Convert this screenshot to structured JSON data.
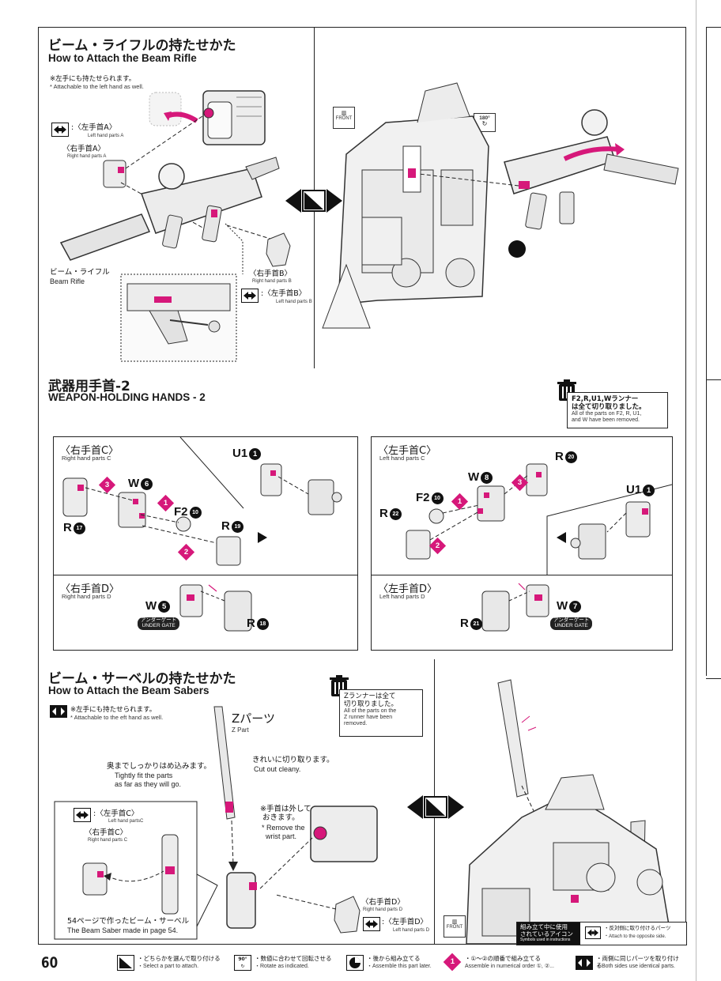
{
  "page_number": "60",
  "section1": {
    "title_jp": "ビーム・ライフルの持たせかた",
    "title_en": "How to Attach the Beam Rifle",
    "note_jp": "※左手にも持たせられます。",
    "note_en": "* Attachable to the left hand as well.",
    "left_hand_a_jp": ":〈左手首A〉",
    "left_hand_a_en": "Left hand parts A",
    "right_hand_a_jp": "〈右手首A〉",
    "right_hand_a_en": "Right hand parts A",
    "rifle_jp": "ビーム・ライフル",
    "rifle_en": "Beam Rifle",
    "right_hand_b_jp": "〈右手首B〉",
    "right_hand_b_en": "Right hand parts B",
    "left_hand_b_jp": ":〈左手首B〉",
    "left_hand_b_en": "Left hand parts B",
    "front_label": "FRONT",
    "rotate_label": "180°"
  },
  "section2": {
    "title_jp": "武器用手首-2",
    "title_en": "WEAPON-HOLDING HANDS - 2",
    "removed_jp": "F2,R,U1,Wランナー\nは全て切り取りました。",
    "removed_en": "All of the parts on F2, R, U1,\nand W have been removed.",
    "right_c_jp": "〈右手首C〉",
    "right_c_en": "Right hand parts C",
    "left_c_jp": "〈左手首C〉",
    "left_c_en": "Left hand parts C",
    "right_d_jp": "〈右手首D〉",
    "right_d_en": "Right hand parts D",
    "left_d_jp": "〈左手首D〉",
    "left_d_en": "Left hand parts D",
    "gate_jp": "アンダーゲート",
    "gate_en": "UNDER GATE",
    "parts_left_c": [
      {
        "runner": "U1",
        "num": "1"
      },
      {
        "runner": "W",
        "num": "6"
      },
      {
        "runner": "F2",
        "num": "10"
      },
      {
        "runner": "R",
        "num": "17"
      },
      {
        "runner": "R",
        "num": "19"
      }
    ],
    "parts_right_c": [
      {
        "runner": "R",
        "num": "20"
      },
      {
        "runner": "W",
        "num": "8"
      },
      {
        "runner": "F2",
        "num": "10"
      },
      {
        "runner": "R",
        "num": "22"
      },
      {
        "runner": "U1",
        "num": "1"
      }
    ],
    "parts_left_d": [
      {
        "runner": "W",
        "num": "5"
      },
      {
        "runner": "R",
        "num": "18"
      }
    ],
    "parts_right_d": [
      {
        "runner": "R",
        "num": "21"
      },
      {
        "runner": "W",
        "num": "7"
      }
    ],
    "steps": [
      "1",
      "2",
      "3"
    ]
  },
  "section3": {
    "title_jp": "ビーム・サーベルの持たせかた",
    "title_en": "How to Attach the Beam Sabers",
    "note_jp": "※左手にも持たせられます。",
    "note_en": "* Attachable to the eft hand as well.",
    "removed_jp": "Zランナーは全て\n切り取りました。",
    "removed_en": "All of the parts on the\nZ runner have been\nremoved.",
    "z_part_jp": "Zパーツ",
    "z_part_en": "Z Part",
    "cut_jp": "きれいに切り取ります。",
    "cut_en": "Cut out cleany.",
    "fit_jp": "奥までしっかりはめ込みます。",
    "fit_en": "Tightly fit the parts\nas far as they will go.",
    "wrist_jp": "※手首は外して\n おきます。",
    "wrist_en": "* Remove the\n  wrist part.",
    "left_hand_c_jp": ":〈左手首C〉",
    "left_hand_c_en": "Left hand partsC",
    "right_hand_c_jp": "〈右手首C〉",
    "right_hand_c_en": "Right hand parts C",
    "saber_jp": "54ページで作ったビーム・サーベル",
    "saber_en": "The Beam Saber made in page 54.",
    "right_hand_d_jp": "〈右手首D〉",
    "right_hand_d_en": "Right hand parts D",
    "left_hand_d_jp": ":〈左手首D〉",
    "left_hand_d_en": "Left hand parts D",
    "front_label": "FRONT"
  },
  "legend": {
    "title_jp": "組み立て中に使用\nされているアイコン",
    "title_en": "Symbols used in instructions",
    "opposite_jp": "・反対側に取り付けるパーツ",
    "opposite_en": "・Attach to the opposite side."
  },
  "footer": [
    {
      "jp": "・どちらかを選んで取り付ける",
      "en": "・Select a part to attach.",
      "icon": "select-icon"
    },
    {
      "jp": "・数値に合わせて回転させる",
      "en": "・Rotate as indicated.",
      "icon": "rotate-icon"
    },
    {
      "jp": "・後から組み立てる",
      "en": "・Assemble this part later.",
      "icon": "later-icon"
    },
    {
      "jp": "・①〜②の順番で組み立てる",
      "en": "Assemble in numerical order ①, ②...",
      "icon": "order-icon"
    },
    {
      "jp": "・両側に同じパーツを取り付ける",
      "en": "・Both sides use identical parts.",
      "icon": "both-sides-icon"
    }
  ],
  "colors": {
    "accent": "#d6187a",
    "line": "#222222",
    "part_fill": "#e9e9e9"
  }
}
